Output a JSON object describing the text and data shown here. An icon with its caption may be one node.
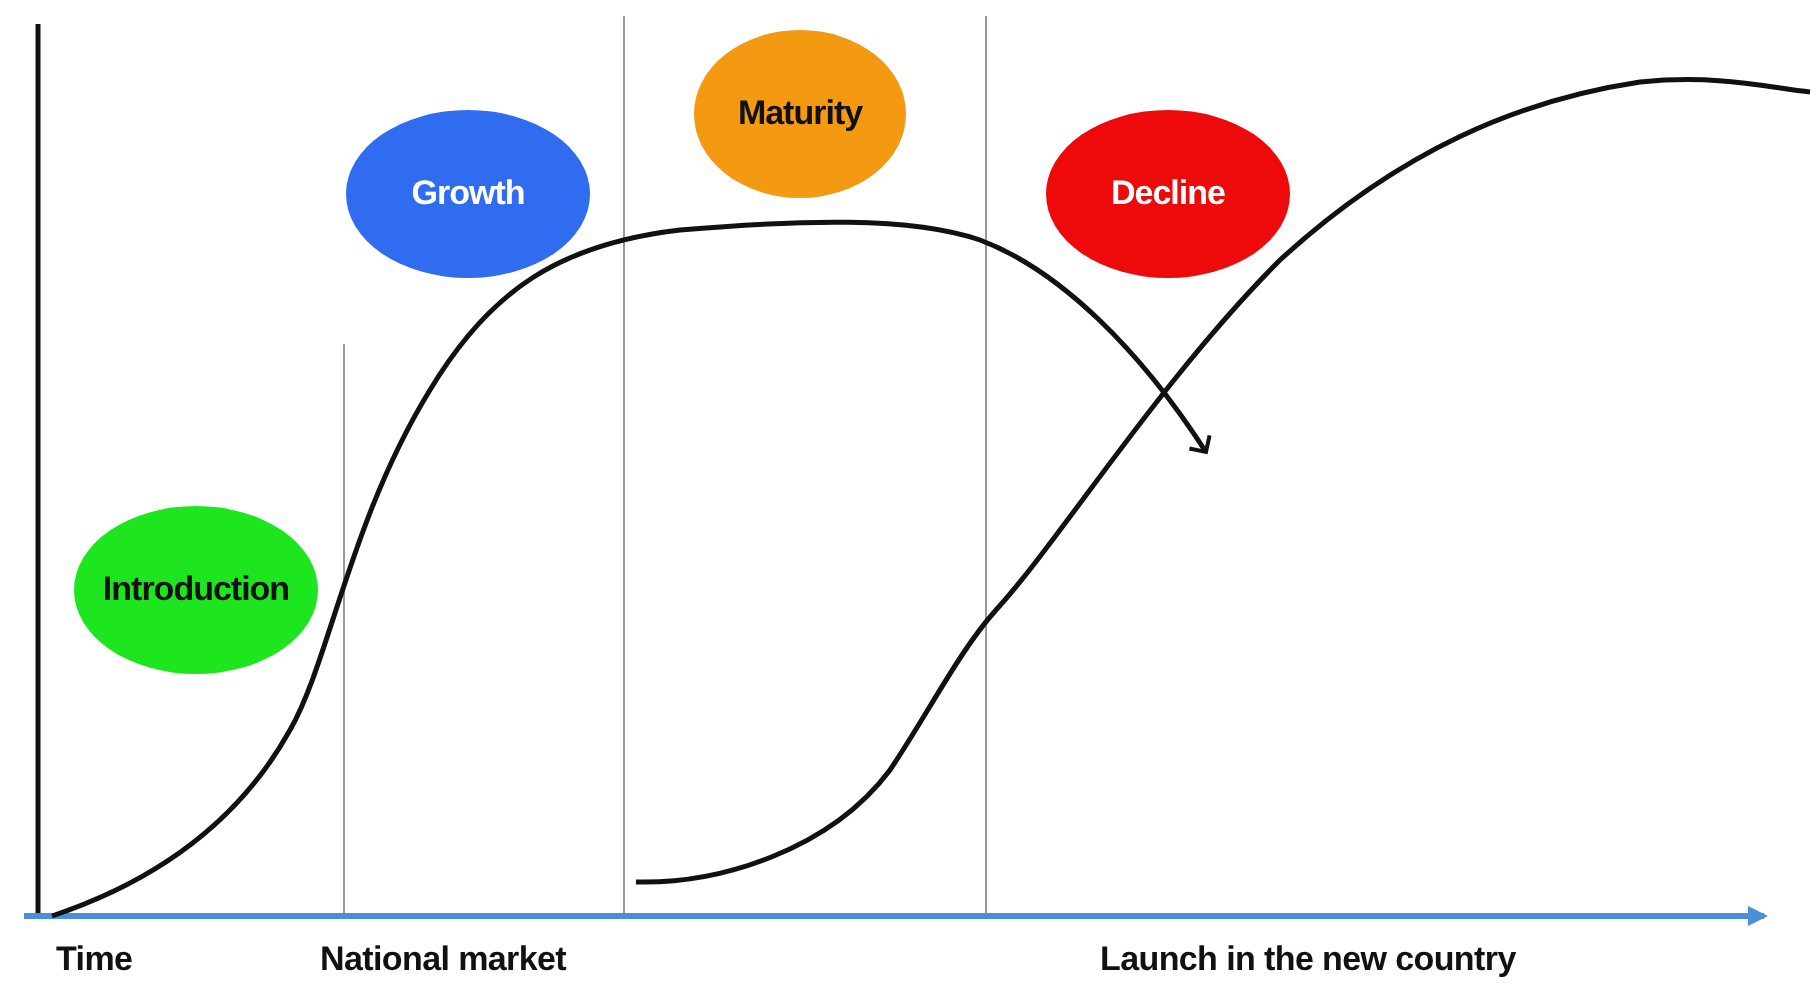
{
  "diagram": {
    "nodes": [
      {
        "text": [
          "Introduction"
        ]
      },
      {
        "text": [
          "Growth"
        ]
      },
      {
        "text": [
          "Maturity"
        ]
      },
      {
        "text": [
          "Decline"
        ]
      }
    ],
    "labels": [
      "Time",
      "National market",
      "Launch in the new country"
    ]
  }
}
